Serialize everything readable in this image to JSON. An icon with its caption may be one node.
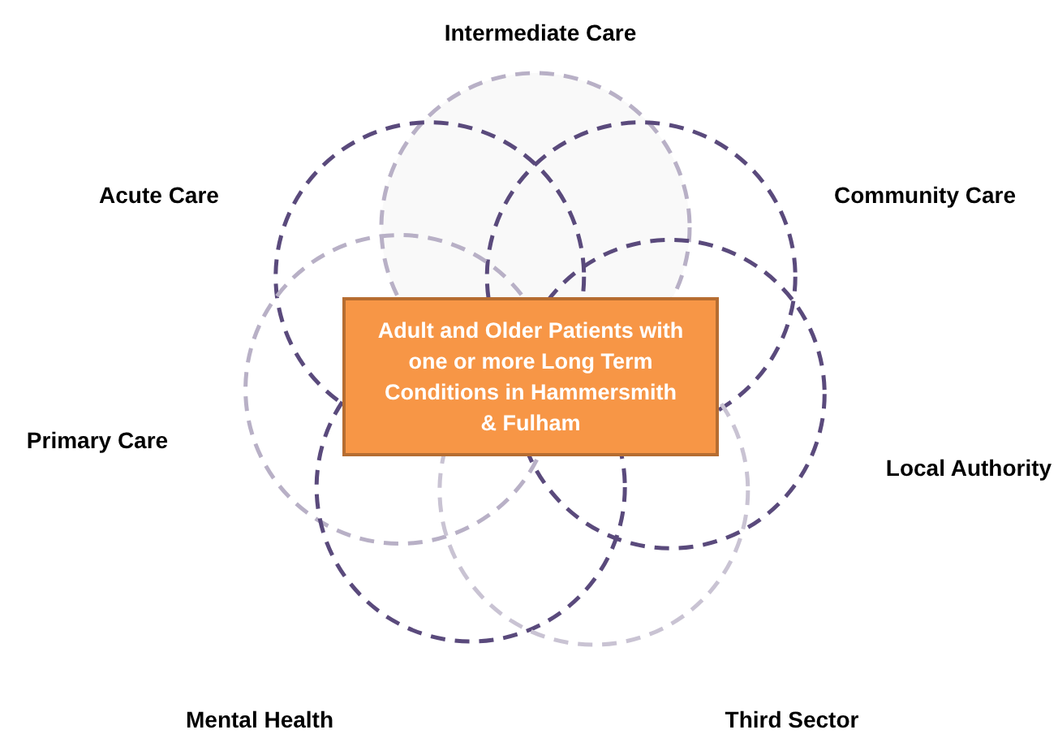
{
  "diagram": {
    "nodes": [
      {
        "text": [
          "Adult and Older Patients with one or more Long Term Conditions in Hammersmith & Fulham"
        ]
      }
    ],
    "labels": [
      "Intermediate Care",
      "Acute Care",
      "Community Care",
      "Primary Care",
      "Local Authority",
      "Mental Health",
      "Third Sector"
    ]
  }
}
